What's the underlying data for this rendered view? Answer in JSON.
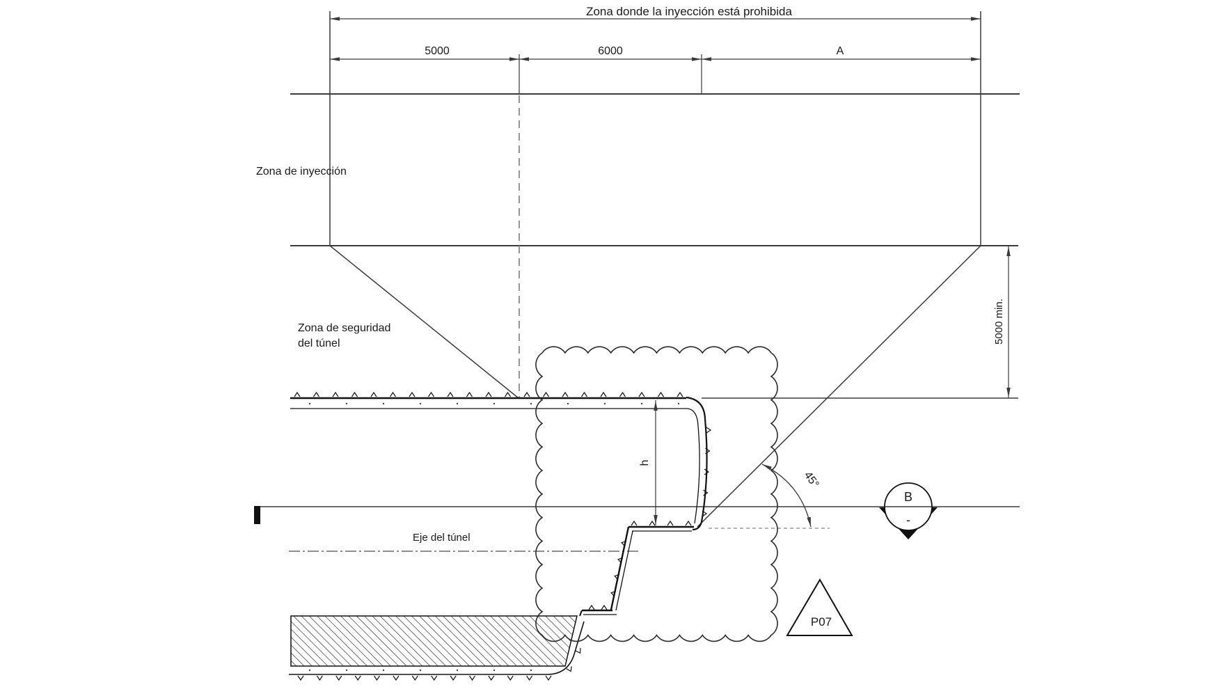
{
  "colors": {
    "line": "#3a3a3a",
    "structure": "#111111",
    "dashed_gray": "#8a8a8a",
    "centerline_gray": "#6a6a6a",
    "text": "#1a1a1a"
  },
  "header": {
    "title": "Zona donde la inyección está prohibida"
  },
  "dimensions": {
    "seg1": "5000",
    "seg2": "6000",
    "seg3": "A",
    "depth": "5000 min.",
    "height": "h",
    "angle": "45°"
  },
  "zones": {
    "injection": "Zona de inyección",
    "safety_line1": "Zona de seguridad",
    "safety_line2": "del túnel",
    "axis": "Eje del túnel"
  },
  "markers": {
    "section_label": "B",
    "section_sub": "-",
    "revision_label": "P07"
  }
}
